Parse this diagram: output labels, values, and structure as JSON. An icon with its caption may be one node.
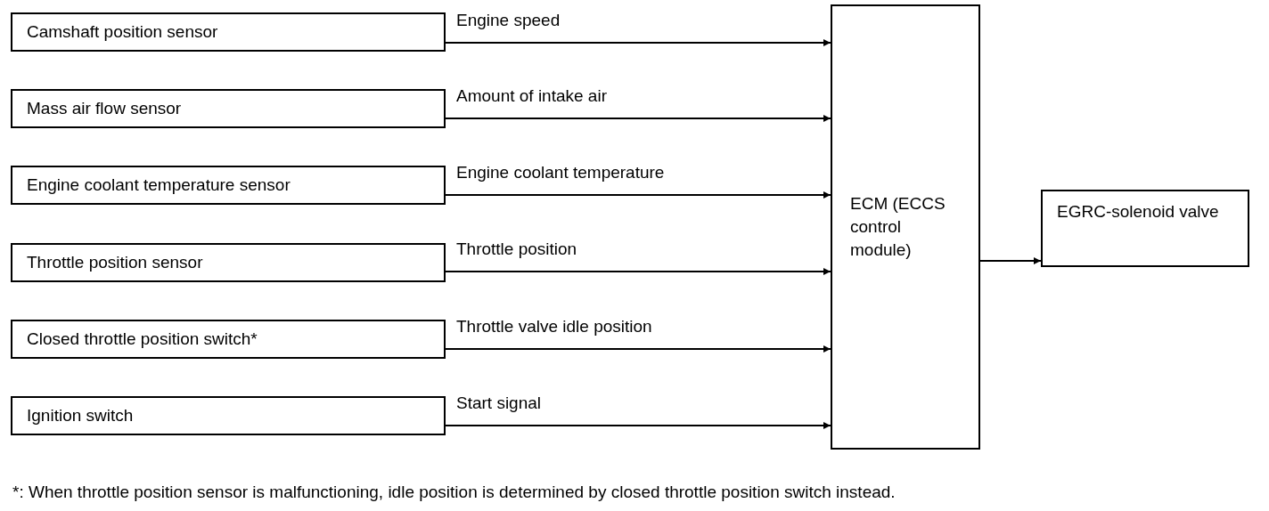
{
  "diagram": {
    "nodes": [
      {
        "text": [
          "Camshaft position sensor"
        ]
      },
      {
        "text": [
          "Mass air flow sensor"
        ]
      },
      {
        "text": [
          "Engine coolant temperature sensor"
        ]
      },
      {
        "text": [
          "Throttle position sensor"
        ]
      },
      {
        "text": [
          "Closed throttle position switch*"
        ]
      },
      {
        "text": [
          "Ignition switch"
        ]
      },
      {
        "text": [
          "ECM (ECCS control module)"
        ]
      },
      {
        "text": [
          "EGRC-solenoid valve"
        ]
      }
    ],
    "edges": [
      {
        "from": 0,
        "to": 6,
        "arrow": "to",
        "label": "Engine speed"
      },
      {
        "from": 1,
        "to": 6,
        "arrow": "to",
        "label": "Amount of intake air"
      },
      {
        "from": 2,
        "to": 6,
        "arrow": "to",
        "label": "Engine coolant temperature"
      },
      {
        "from": 3,
        "to": 6,
        "arrow": "to",
        "label": "Throttle position"
      },
      {
        "from": 4,
        "to": 6,
        "arrow": "to",
        "label": "Throttle valve idle position"
      },
      {
        "from": 5,
        "to": 6,
        "arrow": "to",
        "label": "Start signal"
      },
      {
        "from": 6,
        "to": 7,
        "arrow": "to"
      }
    ],
    "labels": [
      "*: When throttle position sensor is malfunctioning, idle position is determined by closed throttle position switch instead."
    ]
  }
}
